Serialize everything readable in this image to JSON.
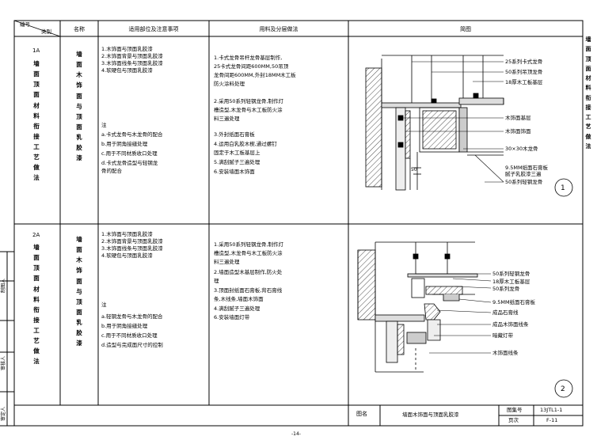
{
  "header": {
    "num": "编号",
    "category": "类别",
    "name": "名称",
    "scope": "适用部位及注意事项",
    "method": "用料及分层做法",
    "diagram": "简图"
  },
  "rows": [
    {
      "code": "1A",
      "name_vertical": "墙面木饰面与顶面乳胶漆",
      "title_vertical": "墙面顶面材料衔接工艺做法",
      "scope_lines": [
        "1.木饰面与顶面乳胶漆",
        "2.木饰面背景与顶面乳胶漆",
        "3.木饰面线条与顶面乳胶漆",
        "4.软硬包与顶面乳胶漆",
        "",
        "",
        "注",
        "a.卡式龙骨与木龙骨的配合",
        "b.用于阴角接缝处理",
        "c.用于不同材质收口处理",
        "d.卡式龙骨造型与轻钢龙",
        "   骨的配合"
      ],
      "method_lines": [
        "1.卡式龙骨吊杆龙骨基层制作,",
        "25卡式龙骨间距600MM,50吊顶",
        "龙骨间距600MM,外封18MM木工板",
        "防火涂料处理",
        "2.采用50系列轻钢龙骨,制作灯",
        "槽造型,木龙骨与木工板防火涂",
        "料三遍处理",
        "3.外封纸面石膏板",
        "4.运用白乳胶木楔,通过螺钉",
        "固定于木工板基层上",
        "5.满刮腻子三遍处理",
        "6.安装墙面木饰面"
      ],
      "callouts": [
        "25系列卡式龙骨",
        "50系列吊顶龙骨",
        "18厚木工板基层",
        "木饰面基层",
        "木饰面饰面",
        "30×30木龙骨",
        "9.5MM纸面石膏板",
        "腻子乳胶漆三遍",
        "50系列轻钢龙骨"
      ],
      "dim": "50",
      "badge": "1"
    },
    {
      "code": "2A",
      "name_vertical": "墙面木饰面与顶面乳胶漆",
      "title_vertical": "墙面顶面材料衔接工艺做法",
      "scope_lines": [
        "1.木饰面与顶面乳胶漆",
        "2.木饰面背景与顶面乳胶漆",
        "3.木饰面线条与顶面乳胶漆",
        "4.软硬包与顶面乳胶漆",
        "",
        "",
        "注",
        "a.轻钢龙骨与木龙骨的配合",
        "b.用于阴角接缝处理",
        "c.用于不同材质收口处理",
        "d.造型与完成面尺寸的控制"
      ],
      "method_lines": [
        "1.采用50系列轻钢龙骨,制作灯",
        "槽造型,木龙骨与木工板防火涂",
        "料三遍处理",
        "2.墙面造型木基层制作,防火处",
        "理",
        "3.顶面封纸面石膏板,背石膏线",
        "条,木线条,墙面木饰面",
        "4.满刮腻子三遍处理",
        "6.安装墙面灯带"
      ],
      "callouts": [
        "50系列轻钢龙骨",
        "18厚木工板基层",
        "50系列龙骨",
        "9.5MM纸面石膏板",
        "成品石膏线",
        "成品木饰面线条",
        "暗藏灯带",
        "木饰面线条"
      ],
      "badge": "2"
    }
  ],
  "side_right_vertical": "墙面顶面材料衔接工艺做法",
  "left_margin_labels": [
    "制图人",
    "审核人",
    "审定人"
  ],
  "title_block": {
    "label": "图名",
    "value": "墙面木饰面与顶面乳胶漆",
    "sheet_label": "图集号",
    "sheet_value": "13JTL1-1",
    "page_label": "页次",
    "page_value": "F-11"
  },
  "page_footer": "-14-"
}
